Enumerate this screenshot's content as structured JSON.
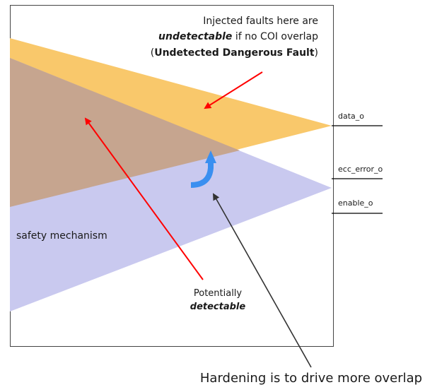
{
  "annotations": {
    "top_line1": "Injected faults here are",
    "top_line2_bold": "undetectable",
    "top_line2_rest": " if no COI overlap",
    "top_line3_open": "(",
    "top_line3_bold": "Undetected Dangerous Fault",
    "top_line3_close": ")",
    "safety_mechanism": "safety mechanism",
    "potentially_line1": "Potentially",
    "potentially_line2": "detectable",
    "bottom_caption": "Hardening is to drive more overlap"
  },
  "signals": {
    "data_o": "data_o",
    "ecc_error_o": "ecc_error_o",
    "enable_o": "enable_o"
  },
  "colors": {
    "upper_cone": "#F9C86B",
    "lower_cone": "#C9C9EF",
    "overlap": "#C6A58F",
    "red_arrow": "#FF0000",
    "blue_arrow": "#3A8FF0",
    "black_arrow": "#333333"
  }
}
